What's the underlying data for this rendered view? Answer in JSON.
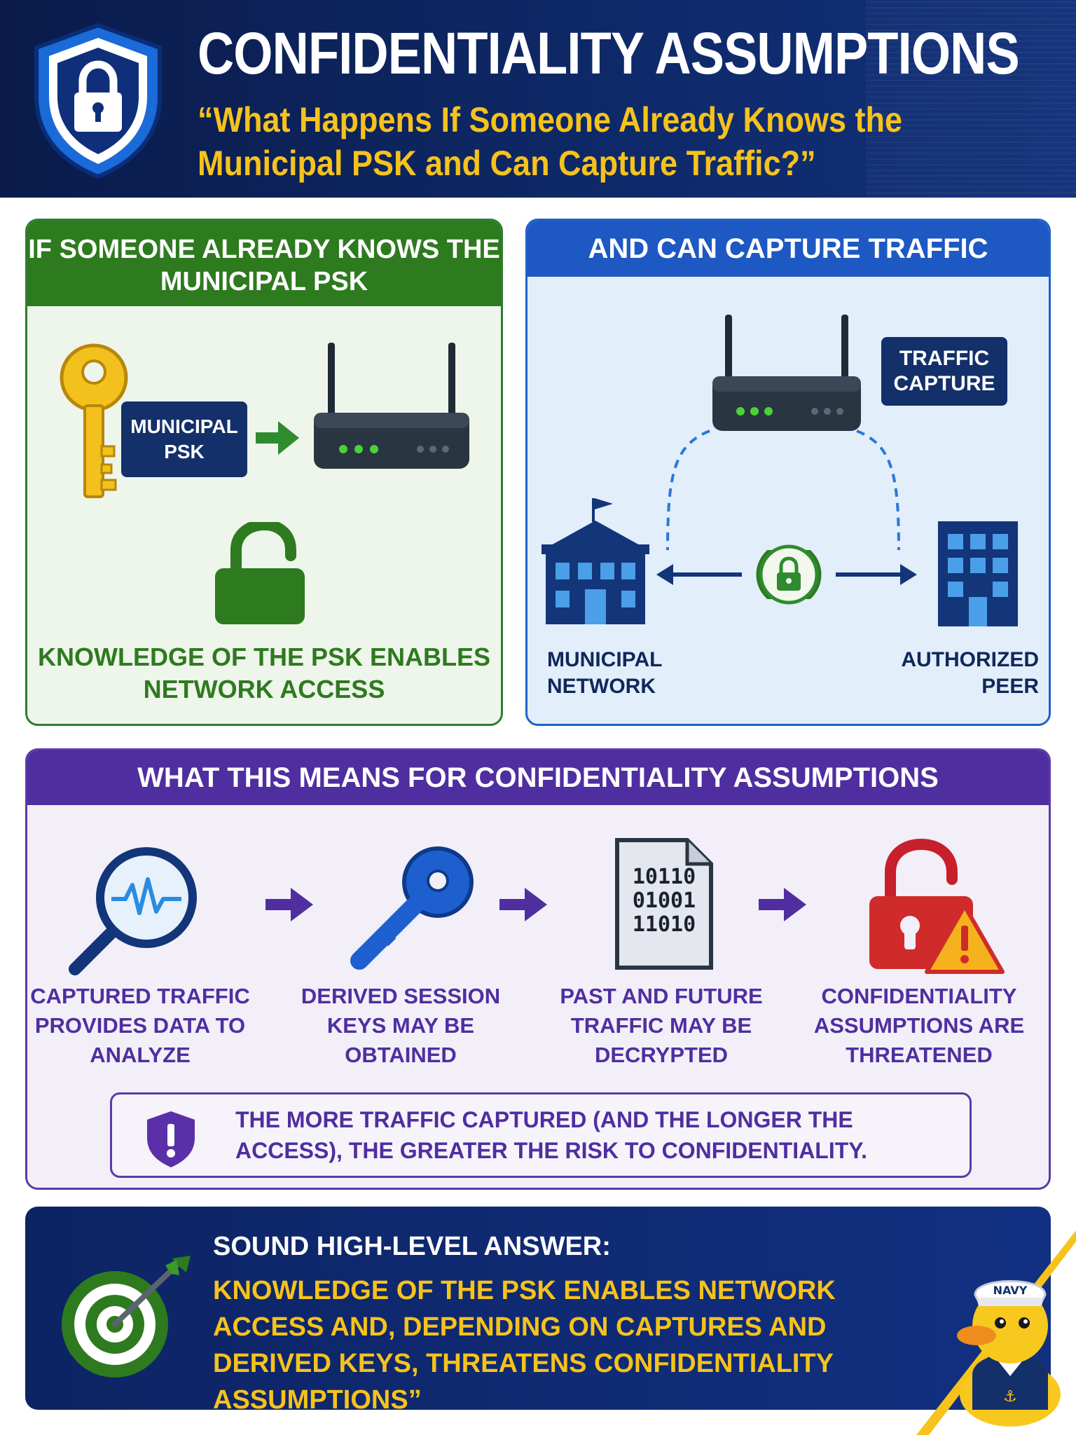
{
  "header": {
    "title": "CONFIDENTIALITY ASSUMPTIONS",
    "subtitle": "“What Happens If Someone Already Knows the Municipal PSK and Can Capture Traffic?”"
  },
  "left_panel": {
    "title": "IF SOMEONE ALREADY KNOWS THE MUNICIPAL PSK",
    "psk_label": "MUNICIPAL PSK",
    "caption": "KNOWLEDGE OF THE PSK ENABLES NETWORK ACCESS"
  },
  "right_panel": {
    "title": "AND CAN CAPTURE TRAFFIC",
    "capture_label": "TRAFFIC CAPTURE",
    "left_endpoint": "MUNICIPAL NETWORK",
    "right_endpoint": "AUTHORIZED PEER"
  },
  "means_panel": {
    "title": "WHAT THIS MEANS FOR CONFIDENTIALITY ASSUMPTIONS",
    "steps": [
      {
        "label": "CAPTURED TRAFFIC PROVIDES DATA TO ANALYZE",
        "icon": "magnifier-waveform-icon"
      },
      {
        "label": "DERIVED SESSION KEYS MAY BE OBTAINED",
        "icon": "blue-key-icon"
      },
      {
        "label": "PAST AND FUTURE TRAFFIC MAY BE DECRYPTED",
        "icon": "binary-document-icon",
        "binary": [
          "10110",
          "01001",
          "11010"
        ]
      },
      {
        "label": "CONFIDENTIALITY ASSUMPTIONS ARE THREATENED",
        "icon": "open-lock-warning-icon"
      }
    ],
    "risk_note": "THE MORE TRAFFIC CAPTURED (AND THE LONGER THE ACCESS), THE GREATER THE RISK TO CONFIDENTIALITY."
  },
  "answer": {
    "heading": "SOUND HIGH-LEVEL ANSWER:",
    "body": "KNOWLEDGE OF THE PSK ENABLES NETWORK ACCESS AND, DEPENDING ON CAPTURES AND DERIVED KEYS, THREATENS CONFIDENTIALITY ASSUMPTIONS”",
    "mascot_hat": "NAVY"
  },
  "colors": {
    "navy": "#0d2463",
    "gold": "#f6c21c",
    "green": "#2e7a1f",
    "blue": "#1e58c2",
    "purple": "#4f2ea0",
    "red": "#d02b2b"
  }
}
